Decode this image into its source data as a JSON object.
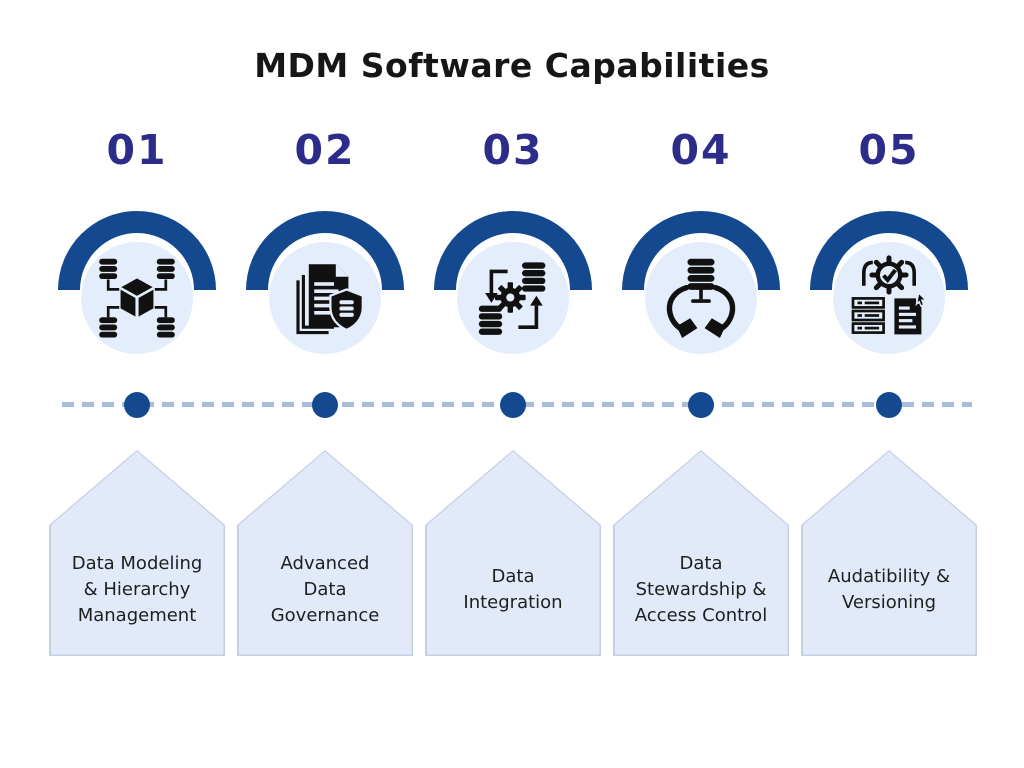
{
  "title": "MDM Software Capabilities",
  "colors": {
    "accent_arc": "#14498f",
    "timeline_dot": "#14498f",
    "number_text": "#2d2c8a",
    "circle_fill": "#e3edfb",
    "card_fill": "#e2eaf9",
    "card_border": "#c5cfe3",
    "dash": "#a8bbd8",
    "icon": "#111111",
    "title_text": "#161616",
    "card_text": "#1f1f1f",
    "background": "#ffffff"
  },
  "timeline": {
    "dot_count": 5,
    "style": "dashed"
  },
  "items": [
    {
      "number": "01",
      "icon": "data-model-network-icon",
      "label": "Data Modeling\n& Hierarchy\nManagement"
    },
    {
      "number": "02",
      "icon": "governed-documents-icon",
      "label": "Advanced\nData\nGovernance"
    },
    {
      "number": "03",
      "icon": "data-sync-icon",
      "label": "Data\nIntegration"
    },
    {
      "number": "04",
      "icon": "data-custody-hands-icon",
      "label": "Data\nStewardship &\nAccess Control"
    },
    {
      "number": "05",
      "icon": "audit-versioning-icon",
      "label": "Audatibility &\nVersioning"
    }
  ]
}
